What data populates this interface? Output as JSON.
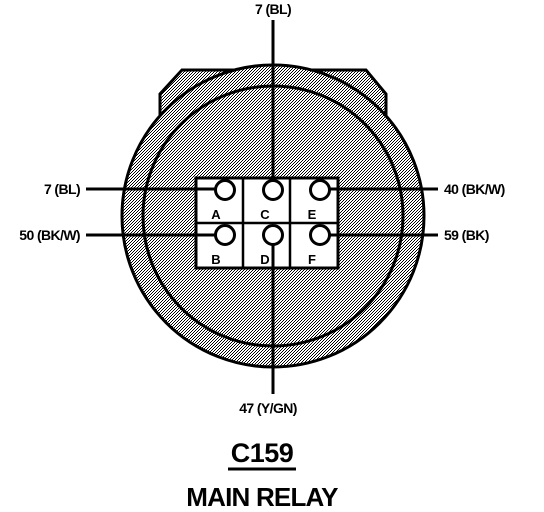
{
  "connector": {
    "id": "C159",
    "name": "MAIN RELAY"
  },
  "pins": {
    "A": "A",
    "B": "B",
    "C": "C",
    "D": "D",
    "E": "E",
    "F": "F"
  },
  "wires": {
    "top": "7 (BL)",
    "left_upper": "7 (BL)",
    "left_lower": "50 (BK/W)",
    "right_upper": "40 (BK/W)",
    "right_lower": "59 (BK)",
    "bottom": "47 (Y/GN)"
  },
  "colors": {
    "line": "#000000",
    "body_fill": "#a9a9a9",
    "background": "#ffffff"
  }
}
